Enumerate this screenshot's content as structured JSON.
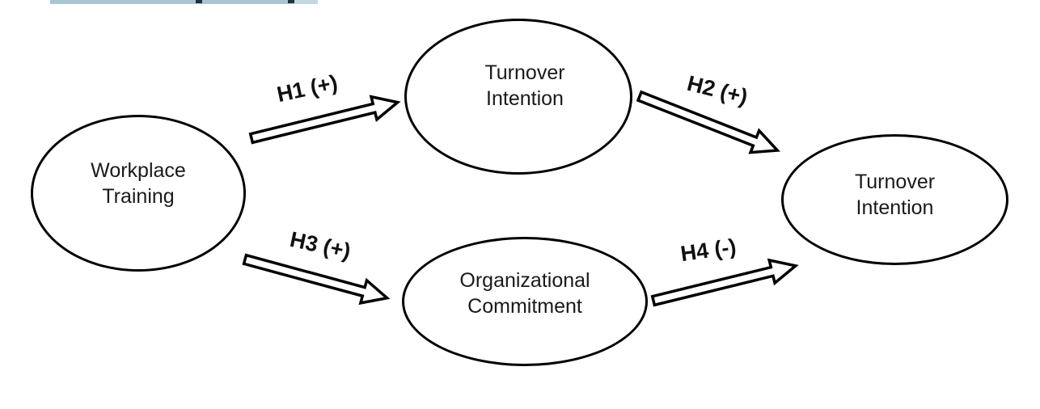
{
  "diagram": {
    "type": "conceptual-model",
    "colors": {
      "background": "#ffffff",
      "node_fill": "#ffffff",
      "node_stroke": "#000000",
      "text": "#1a1a1a",
      "selection_strip": "#a9c4d3",
      "selection_strip_marks": "#20333d"
    }
  },
  "nodes": [
    {
      "id": "workplace-training",
      "label": "Workplace Training"
    },
    {
      "id": "turnover-intention-mediator",
      "label": "Turnover Intention"
    },
    {
      "id": "organizational-commitment",
      "label": "Organizational Commitment"
    },
    {
      "id": "turnover-intention-outcome",
      "label": "Turnover Intention"
    }
  ],
  "edges": [
    {
      "id": "H1",
      "label": "H1 (+)",
      "from": "Workplace Training",
      "to": "Turnover Intention (top)",
      "sign": "+"
    },
    {
      "id": "H2",
      "label": "H2 (+)",
      "from": "Turnover Intention (top)",
      "to": "Turnover Intention (right)",
      "sign": "+"
    },
    {
      "id": "H3",
      "label": "H3 (+)",
      "from": "Workplace Training",
      "to": "Organizational Commitment",
      "sign": "+"
    },
    {
      "id": "H4",
      "label": "H4 (-)",
      "from": "Organizational Commitment",
      "to": "Turnover Intention (right)",
      "sign": "-"
    }
  ]
}
